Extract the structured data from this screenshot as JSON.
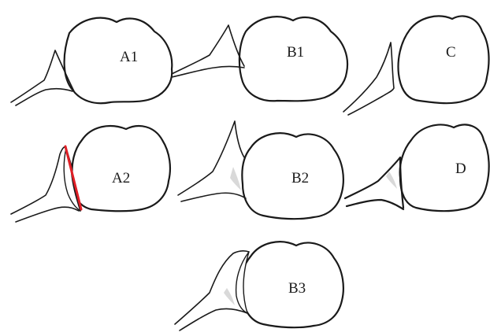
{
  "figure": {
    "panels": [
      {
        "id": "A1",
        "label": "A1"
      },
      {
        "id": "B1",
        "label": "B1"
      },
      {
        "id": "C",
        "label": "C"
      },
      {
        "id": "A2",
        "label": "A2"
      },
      {
        "id": "B2",
        "label": "B2"
      },
      {
        "id": "D",
        "label": "D"
      },
      {
        "id": "B3",
        "label": "B3"
      }
    ],
    "colors": {
      "outline": "#1a1a1a",
      "highlight_line": "#e01f26",
      "shading": "#b9b9b9",
      "background": "#ffffff"
    }
  }
}
